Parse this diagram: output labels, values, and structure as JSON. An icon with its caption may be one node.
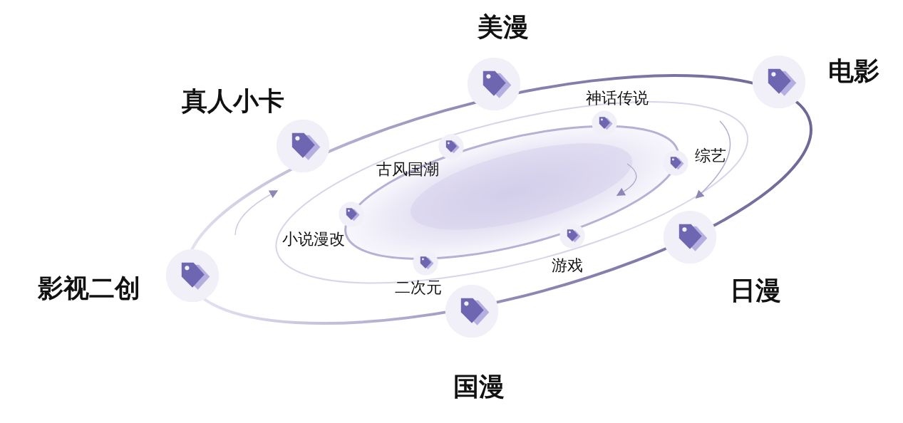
{
  "diagram": {
    "nodes": [
      {
        "text": [
          "美漫"
        ]
      },
      {
        "text": [
          "电影"
        ]
      },
      {
        "text": [
          "真人小卡"
        ]
      },
      {
        "text": [
          "神话传说"
        ]
      },
      {
        "text": [
          "古风国潮"
        ]
      },
      {
        "text": [
          "综艺"
        ]
      },
      {
        "text": [
          "小说漫改"
        ]
      },
      {
        "text": [
          "游戏"
        ]
      },
      {
        "text": [
          "影视二创"
        ]
      },
      {
        "text": [
          "二次元"
        ]
      },
      {
        "text": [
          "日漫"
        ]
      },
      {
        "text": [
          "国漫"
        ]
      }
    ],
    "edges": []
  }
}
